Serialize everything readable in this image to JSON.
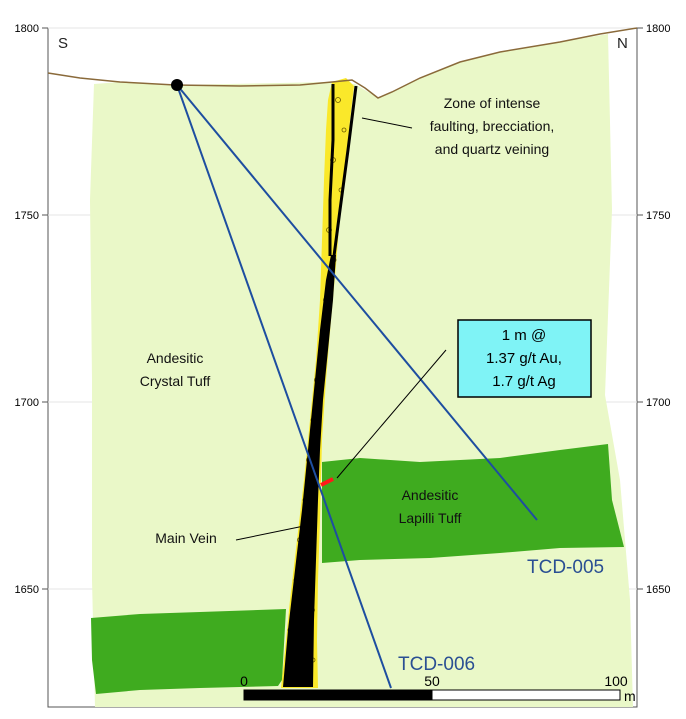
{
  "axes": {
    "left_ticks": [
      "1800",
      "1750",
      "1700",
      "1650"
    ],
    "right_ticks": [
      "1800",
      "1750",
      "1700",
      "1650"
    ]
  },
  "directions": {
    "south": "S",
    "north": "N"
  },
  "units": {
    "crystal_tuff": [
      "Andesitic",
      "Crystal Tuff"
    ],
    "lapilli_tuff": [
      "Andesitic",
      "Lapilli Tuff"
    ],
    "fault_zone": [
      "Zone of intense",
      "faulting, brecciation,",
      "and quartz veining"
    ],
    "main_vein": "Main Vein"
  },
  "drillholes": [
    {
      "name": "TCD-005"
    },
    {
      "name": "TCD-006"
    }
  ],
  "intercept": {
    "lines": [
      "1 m @",
      "1.37 g/t Au,",
      "1.7 g/t Ag"
    ]
  },
  "scale_bar": {
    "ticks": [
      "0",
      "50",
      "100"
    ],
    "unit": "m"
  },
  "colors": {
    "crystal_tuff": "#eaf8c8",
    "lapilli_tuff": "#3fab1f",
    "breccia": "#fae82a",
    "vein": "#000000",
    "drillhole": "#1e4ea0",
    "intercept": "#ff1a1a",
    "intercept_box": "#7ff3f6",
    "topography": "#8a6a3a"
  }
}
